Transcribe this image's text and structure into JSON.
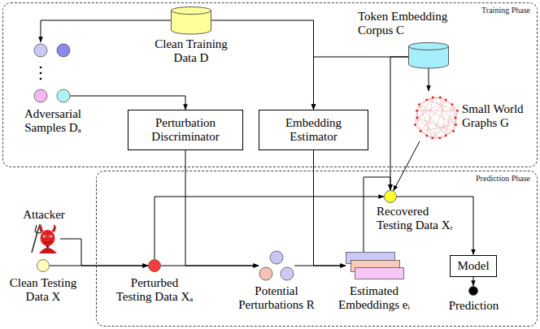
{
  "diagram": {
    "nodes": [
      {
        "text": [
          "Training Phase"
        ]
      },
      {
        "text": [
          "Clean Training Data D"
        ],
        "in": 0
      },
      {
        "text": [
          "Adversarial Samples Dₐ"
        ],
        "in": 0
      },
      {
        "text": [
          "Token Embedding Corpus C"
        ],
        "in": 0
      },
      {
        "text": [
          "Perturbation Discriminator"
        ],
        "in": 0
      },
      {
        "text": [
          "Embedding Estimator"
        ],
        "in": 0
      },
      {
        "text": [
          "Small World Graphs G"
        ],
        "in": 0
      },
      {
        "text": [
          "Attacker"
        ]
      },
      {
        "text": [
          "Clean Testing Data X"
        ]
      },
      {
        "text": [
          "Prediction Phase"
        ]
      },
      {
        "text": [
          "Perturbed Testing Data Xₐ"
        ],
        "in": 9
      },
      {
        "text": [
          "Potential Perturbations R"
        ],
        "in": 9
      },
      {
        "text": [
          "Estimated Embeddings eᵢ"
        ],
        "in": 9
      },
      {
        "text": [
          "Recovered Testing Data Xᵣ"
        ],
        "in": 9
      },
      {
        "text": [
          "Model"
        ],
        "in": 9
      },
      {
        "text": [
          "Prediction"
        ],
        "in": 9
      }
    ],
    "edges": [
      {
        "from": 1,
        "to": 2,
        "arrow": "to"
      },
      {
        "from": 1,
        "to": 5,
        "arrow": "to"
      },
      {
        "from": 2,
        "to": 4,
        "arrow": "to"
      },
      {
        "from": 3,
        "to": 5,
        "arrow": "to"
      },
      {
        "from": 3,
        "to": 6,
        "arrow": "to"
      },
      {
        "from": 3,
        "to": 13,
        "arrow": "to"
      },
      {
        "from": 7,
        "to": 10,
        "arrow": "to"
      },
      {
        "from": 8,
        "to": 10,
        "arrow": "to"
      },
      {
        "from": 10,
        "to": 11,
        "arrow": "to"
      },
      {
        "from": 4,
        "to": 11,
        "arrow": "to"
      },
      {
        "from": 10,
        "to": 13,
        "arrow": "to"
      },
      {
        "from": 11,
        "to": 12,
        "arrow": "to"
      },
      {
        "from": 5,
        "to": 12,
        "arrow": "to"
      },
      {
        "from": 12,
        "to": 13,
        "arrow": "to"
      },
      {
        "from": 6,
        "to": 13,
        "arrow": "to"
      },
      {
        "from": 13,
        "to": 14,
        "arrow": "to"
      },
      {
        "from": 14,
        "to": 15,
        "arrow": "to"
      }
    ]
  }
}
